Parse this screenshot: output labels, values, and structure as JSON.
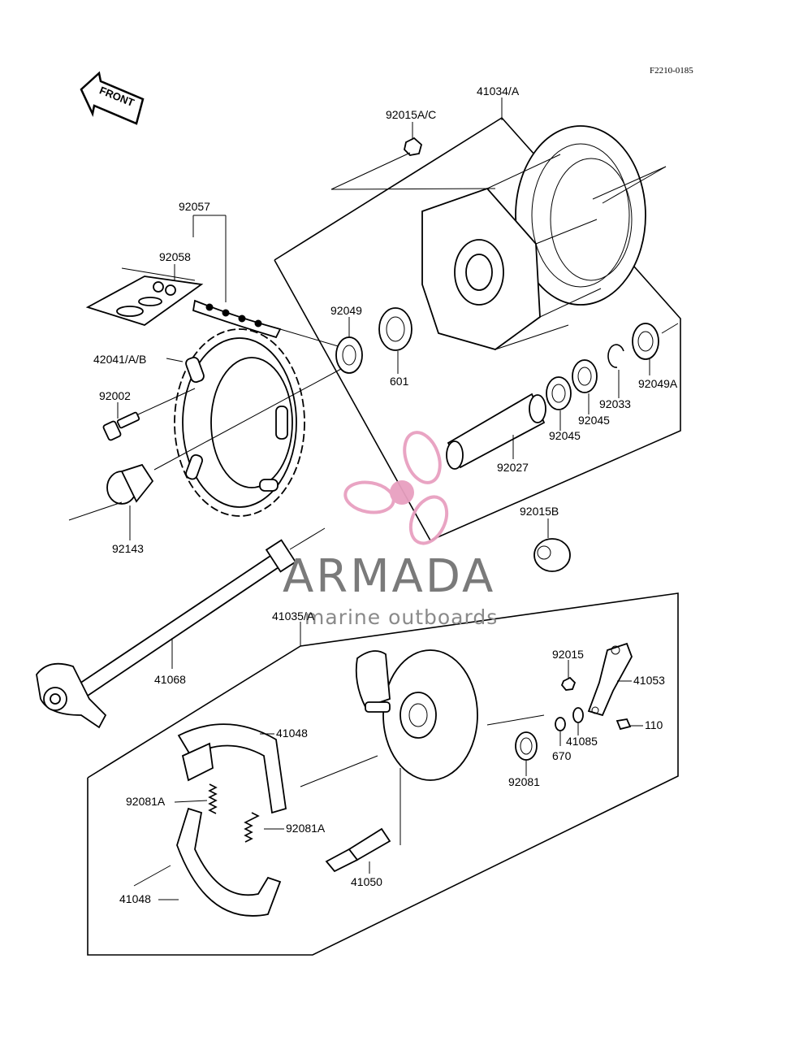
{
  "diagram": {
    "code": "F2210-0185",
    "front_label": "FRONT",
    "watermark": {
      "brand": "ARMADA",
      "tagline": "marine outboards",
      "color": "#e8a0c0"
    },
    "labels": {
      "p41034A": "41034/A",
      "p92015AC": "92015A/C",
      "p92057": "92057",
      "p92058": "92058",
      "p42041AB": "42041/A/B",
      "p92049": "92049",
      "p601": "601",
      "p92002": "92002",
      "p92143": "92143",
      "p92027": "92027",
      "p92045a": "92045",
      "p92045b": "92045",
      "p92033": "92033",
      "p92049A": "92049A",
      "p92015B": "92015B",
      "p41035A": "41035/A",
      "p41068": "41068",
      "p92015": "92015",
      "p41053": "41053",
      "p41048a": "41048",
      "p41048b": "41048",
      "p92081Aa": "92081A",
      "p92081Ab": "92081A",
      "p41085": "41085",
      "p110": "110",
      "p670": "670",
      "p92081": "92081",
      "p41050": "41050"
    }
  }
}
